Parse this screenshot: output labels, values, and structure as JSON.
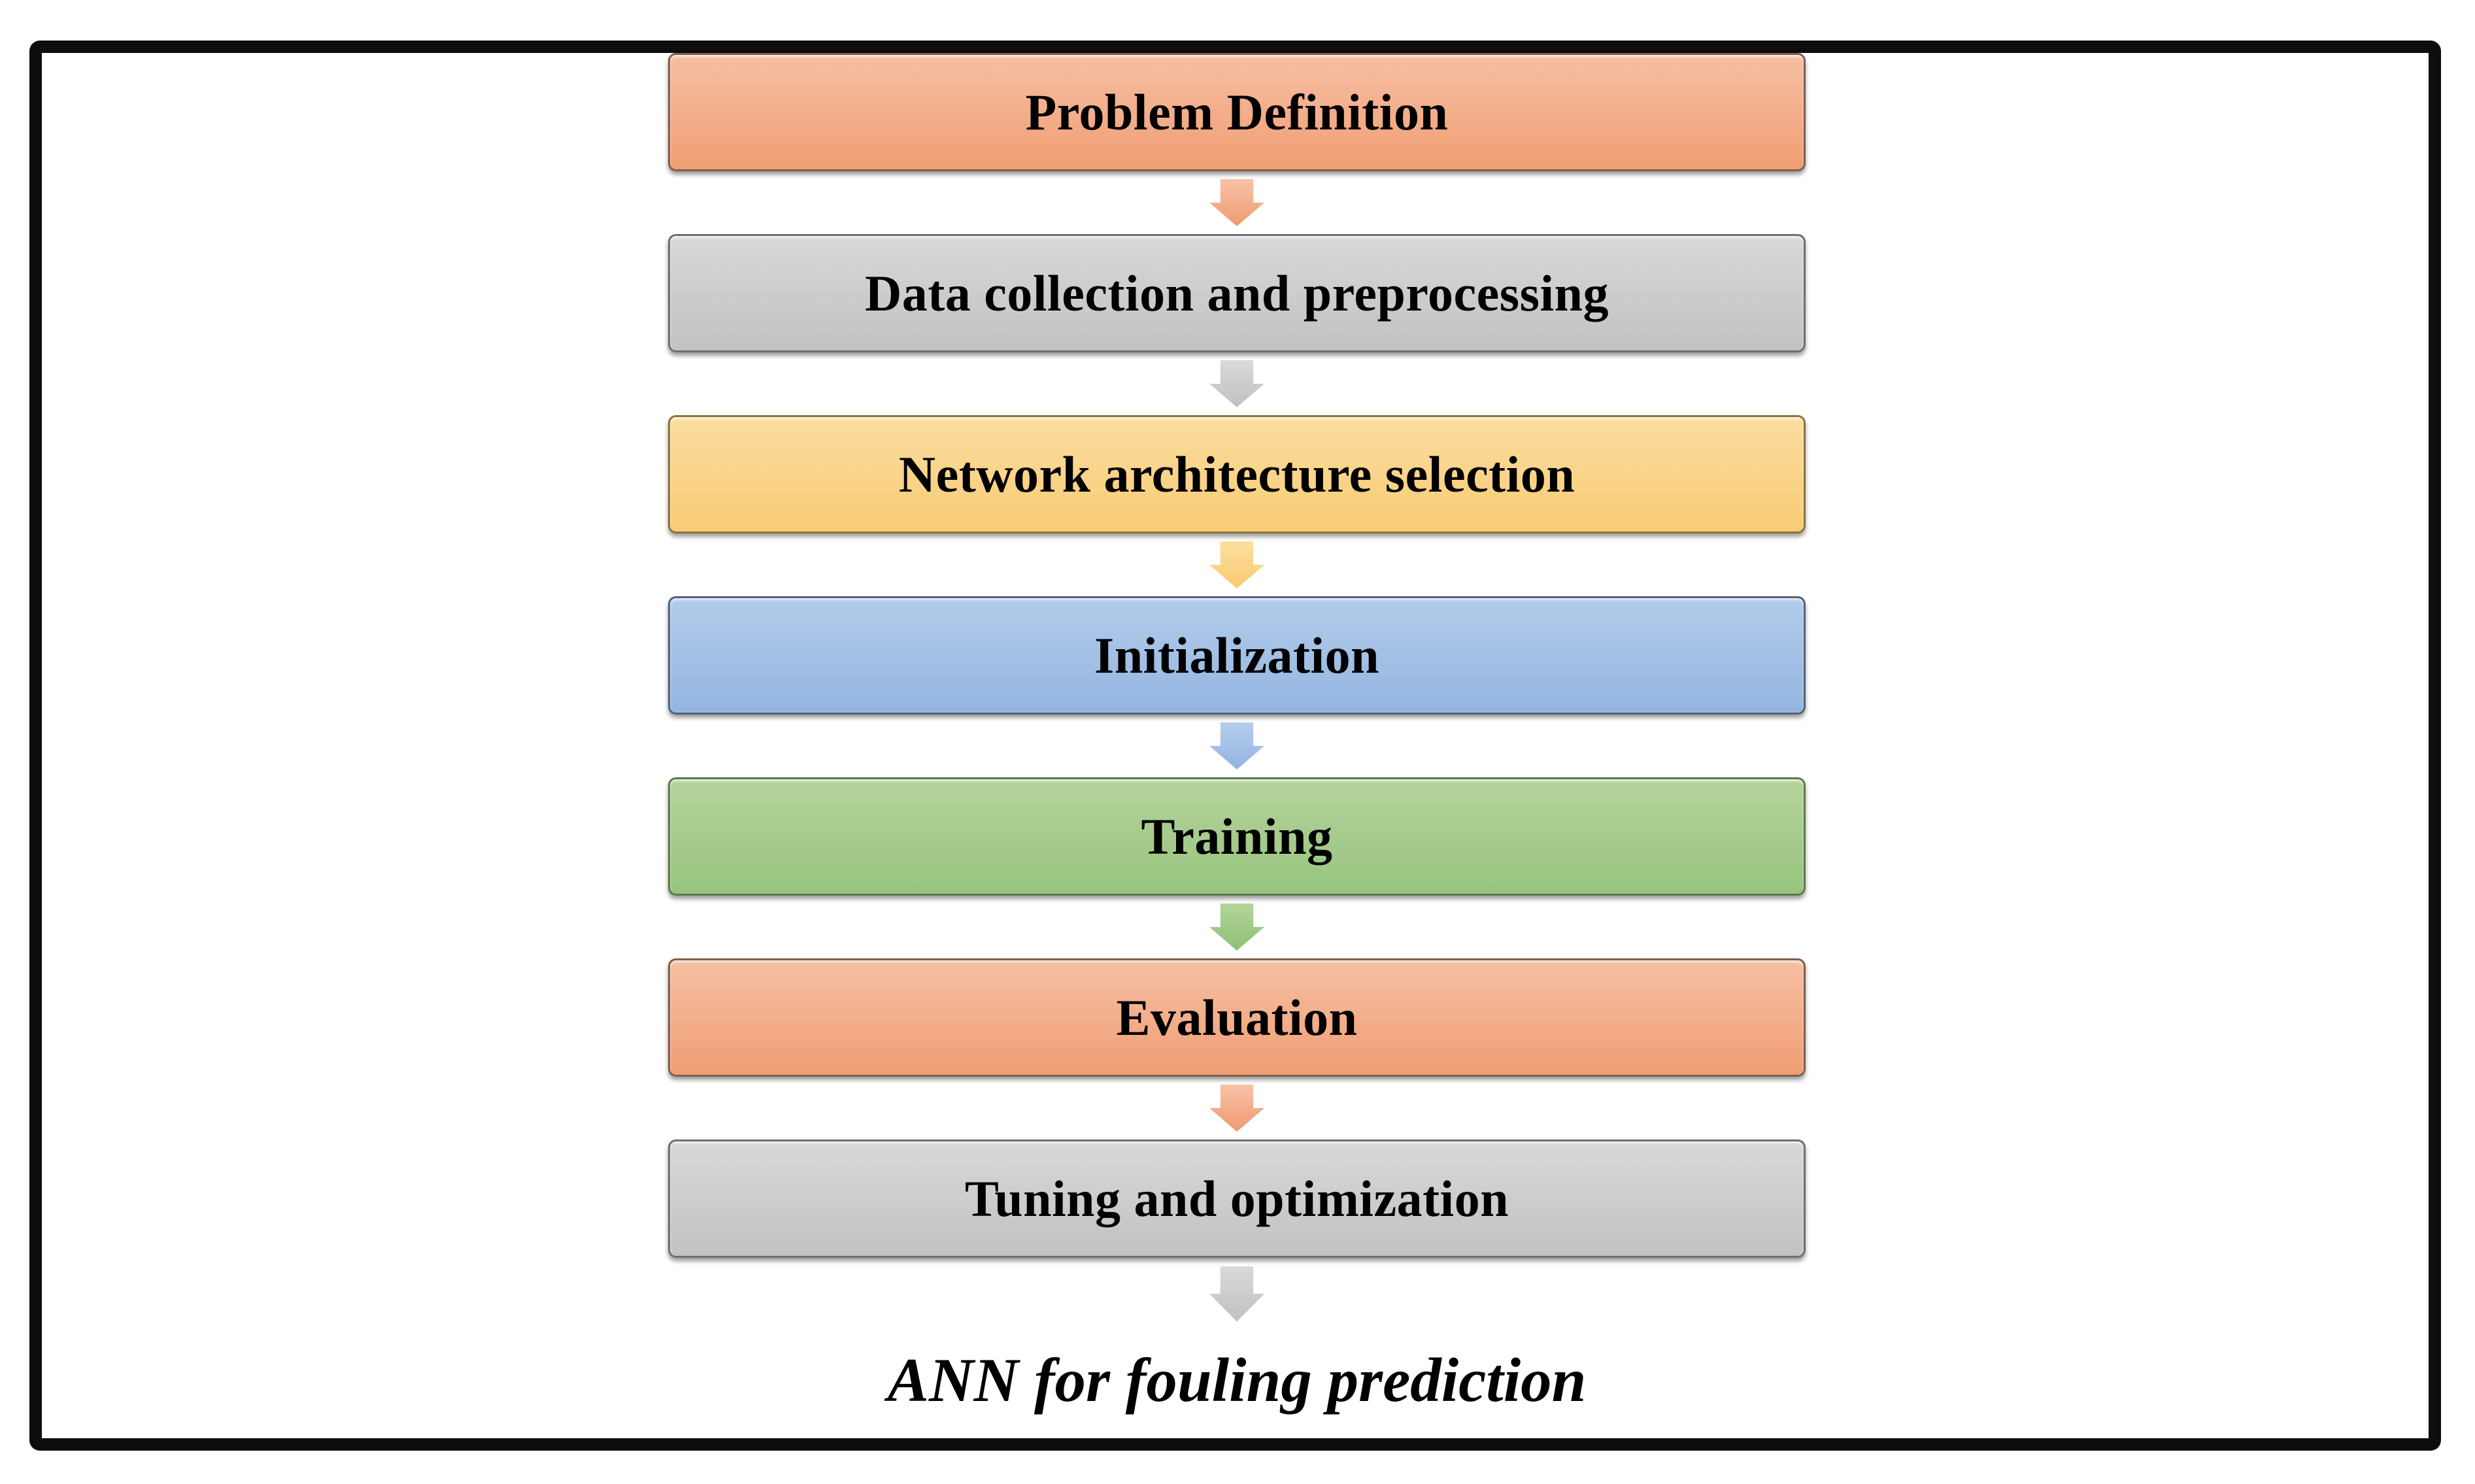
{
  "diagram": {
    "frame_border_color": "#0d0d0d",
    "background_color": "#ffffff",
    "text_color": "#000000",
    "caption": "ANN for fouling prediction",
    "steps": [
      {
        "label": "Problem Definition",
        "fill_top": "#F6BFA3",
        "fill_bottom": "#F09E73",
        "border": "#7E5F4E",
        "arrow_top": "#F8C2A8",
        "arrow_bottom": "#F09A70"
      },
      {
        "label": "Data collection and preprocessing",
        "fill_top": "#D8D8D8",
        "fill_bottom": "#C2C2C2",
        "border": "#6F6F6F",
        "arrow_top": "#DADADA",
        "arrow_bottom": "#C0C0C0"
      },
      {
        "label": "Network architecture selection",
        "fill_top": "#FBDDA0",
        "fill_bottom": "#F8CB74",
        "border": "#8B7340",
        "arrow_top": "#FCE0A0",
        "arrow_bottom": "#F8C96F"
      },
      {
        "label": "Initialization",
        "fill_top": "#B2CBEA",
        "fill_bottom": "#94B6E1",
        "border": "#55627A",
        "arrow_top": "#B6CEEE",
        "arrow_bottom": "#92B4E0"
      },
      {
        "label": "Training",
        "fill_top": "#B4D39B",
        "fill_bottom": "#98C47F",
        "border": "#5E7A48",
        "arrow_top": "#B3D59B",
        "arrow_bottom": "#8DC073"
      },
      {
        "label": "Evaluation",
        "fill_top": "#F6BFA3",
        "fill_bottom": "#F09E73",
        "border": "#7E5F4E",
        "arrow_top": "#F8C2A8",
        "arrow_bottom": "#F09A70"
      },
      {
        "label": "Tuning and optimization",
        "fill_top": "#D8D8D8",
        "fill_bottom": "#C2C2C2",
        "border": "#6F6F6F",
        "arrow_top": "#DADADA",
        "arrow_bottom": "#C0C0C0"
      }
    ]
  }
}
